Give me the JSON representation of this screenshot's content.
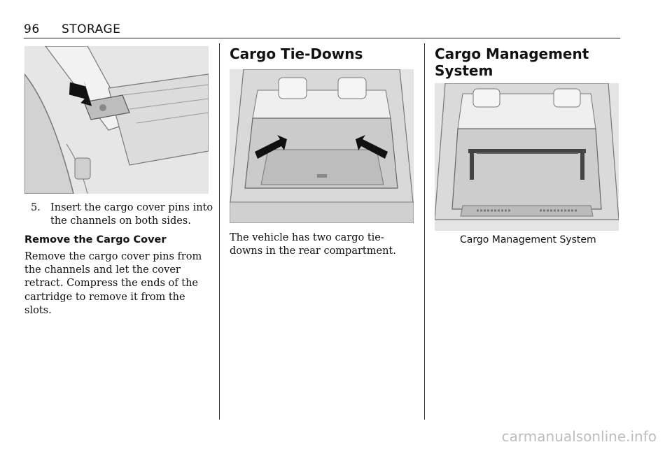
{
  "header": {
    "page_number": "96",
    "section": "STORAGE"
  },
  "column1": {
    "step_number": "5.",
    "step_text": "Insert the cargo cover pins into the channels on both sides.",
    "subheading": "Remove the Cargo Cover",
    "paragraph": "Remove the cargo cover pins from the channels and let the cover retract. Compress the ends of the cartridge to remove it from the slots."
  },
  "column2": {
    "heading": "Cargo Tie-Downs",
    "paragraph": "The vehicle has two cargo tie-downs in the rear compartment."
  },
  "column3": {
    "heading_line1": "Cargo Management",
    "heading_line2": "System",
    "caption": "Cargo Management System"
  },
  "watermark": "carmanualsonline.info"
}
